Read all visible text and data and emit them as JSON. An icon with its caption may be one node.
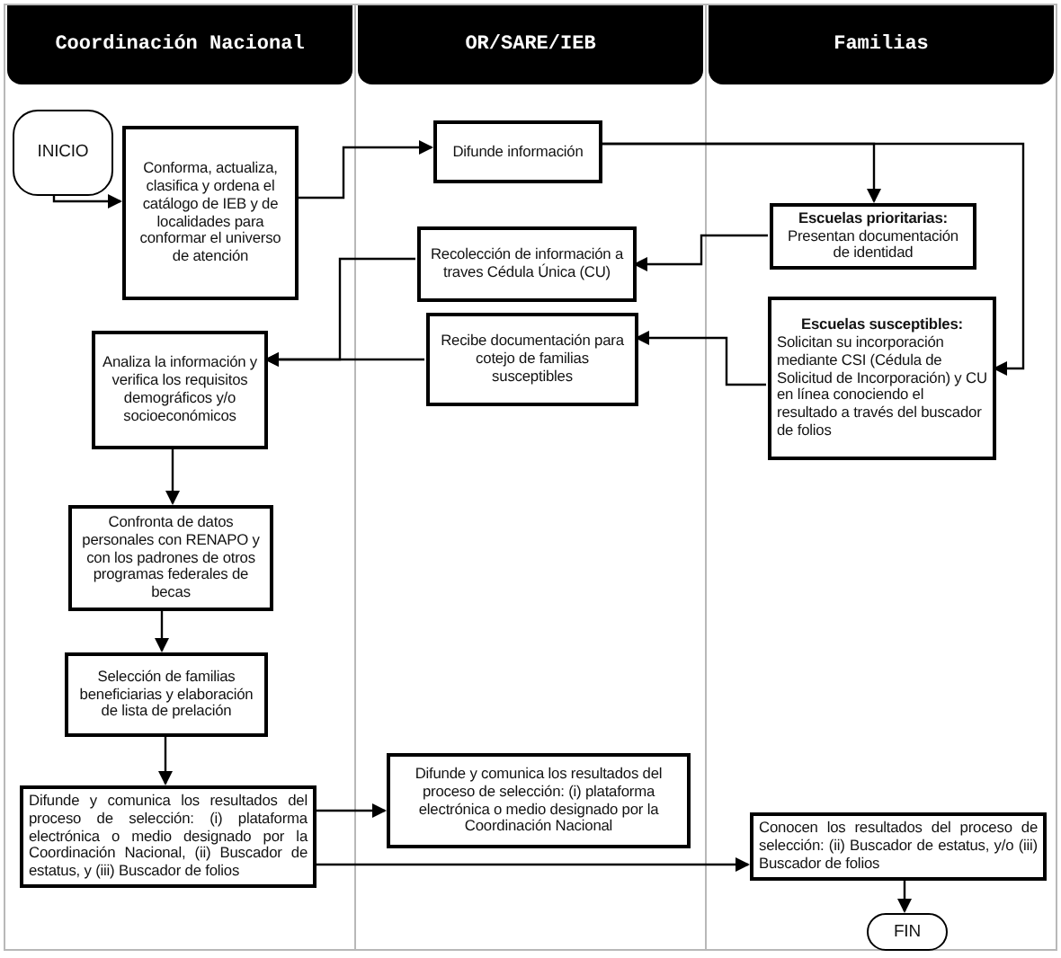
{
  "diagram": {
    "nodes": [
      {
        "text": [
          "Coordinación Nacional"
        ]
      },
      {
        "text": [
          "OR/SARE/IEB"
        ]
      },
      {
        "text": [
          "Familias"
        ]
      },
      {
        "text": [
          "INICIO"
        ],
        "in": 0
      },
      {
        "text": [
          "Conforma, actualiza, clasifica y ordena el catálogo de IEB y de localidades para conformar el universo de atención"
        ],
        "in": 0
      },
      {
        "text": [
          "Difunde información"
        ],
        "in": 1
      },
      {
        "text": [
          "Escuelas prioritarias:",
          "Presentan documentación de identidad"
        ],
        "in": 2
      },
      {
        "text": [
          "Recolección de información a traves Cédula Única (CU)"
        ],
        "in": 1
      },
      {
        "text": [
          "Recibe documentación para cotejo de familias susceptibles"
        ],
        "in": 1
      },
      {
        "text": [
          "Escuelas susceptibles:",
          "Solicitan su incorporación mediante CSI (Cédula de Solicitud de Incorporación) y CU en línea conociendo el resultado a través del buscador de folios"
        ],
        "in": 2
      },
      {
        "text": [
          "Analiza la información y verifica los requisitos demográficos y/o socioeconómicos"
        ],
        "in": 0
      },
      {
        "text": [
          "Confronta de datos personales con RENAPO y con los padrones de otros programas federales de becas"
        ],
        "in": 0
      },
      {
        "text": [
          "Selección de familias beneficiarias y elaboración de lista de prelación"
        ],
        "in": 0
      },
      {
        "text": [
          "Difunde y comunica los resultados del proceso de selección: (i) plataforma electrónica o medio designado por la Coordinación Nacional, (ii) Buscador de estatus, y (iii) Buscador de folios"
        ],
        "in": 0
      },
      {
        "text": [
          "Difunde y comunica los resultados del proceso de selección: (i) plataforma electrónica o medio designado por la Coordinación Nacional"
        ],
        "in": 1
      },
      {
        "text": [
          "Conocen los resultados del proceso de selección: (ii) Buscador de estatus, y/o (iii) Buscador de folios"
        ],
        "in": 2
      },
      {
        "text": [
          "FIN"
        ],
        "in": 2
      }
    ],
    "edges": [
      {
        "from": 3,
        "to": 4,
        "arrow": "to"
      },
      {
        "from": 4,
        "to": 5,
        "arrow": "to"
      },
      {
        "from": 5,
        "to": 6,
        "arrow": "to"
      },
      {
        "from": 5,
        "to": 9,
        "arrow": "to"
      },
      {
        "from": 6,
        "to": 7,
        "arrow": "to"
      },
      {
        "from": 9,
        "to": 8,
        "arrow": "to"
      },
      {
        "from": 7,
        "to": 10,
        "arrow": "to"
      },
      {
        "from": 8,
        "to": 10,
        "arrow": "to"
      },
      {
        "from": 10,
        "to": 11,
        "arrow": "to"
      },
      {
        "from": 11,
        "to": 12,
        "arrow": "to"
      },
      {
        "from": 12,
        "to": 13,
        "arrow": "to"
      },
      {
        "from": 13,
        "to": 14,
        "arrow": "to"
      },
      {
        "from": 13,
        "to": 15,
        "arrow": "to"
      },
      {
        "from": 15,
        "to": 16,
        "arrow": "to"
      }
    ]
  }
}
